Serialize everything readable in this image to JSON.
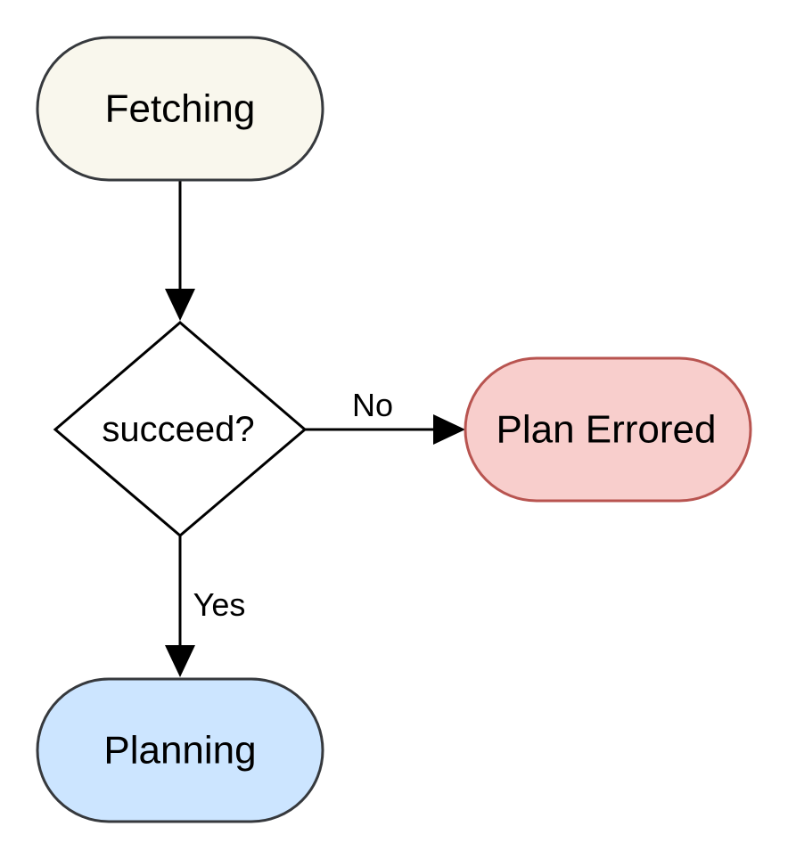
{
  "diagram": {
    "nodes": {
      "fetching": {
        "label": "Fetching",
        "fill": "#f9f7ed",
        "stroke": "#36393d"
      },
      "decision": {
        "label": "succeed?",
        "fill": "#ffffff",
        "stroke": "#000000"
      },
      "plan_errored": {
        "label": "Plan Errored",
        "fill": "#f8cecc",
        "stroke": "#b85450"
      },
      "planning": {
        "label": "Planning",
        "fill": "#cce5ff",
        "stroke": "#36393d"
      }
    },
    "edges": {
      "no_label": "No",
      "yes_label": "Yes"
    }
  }
}
